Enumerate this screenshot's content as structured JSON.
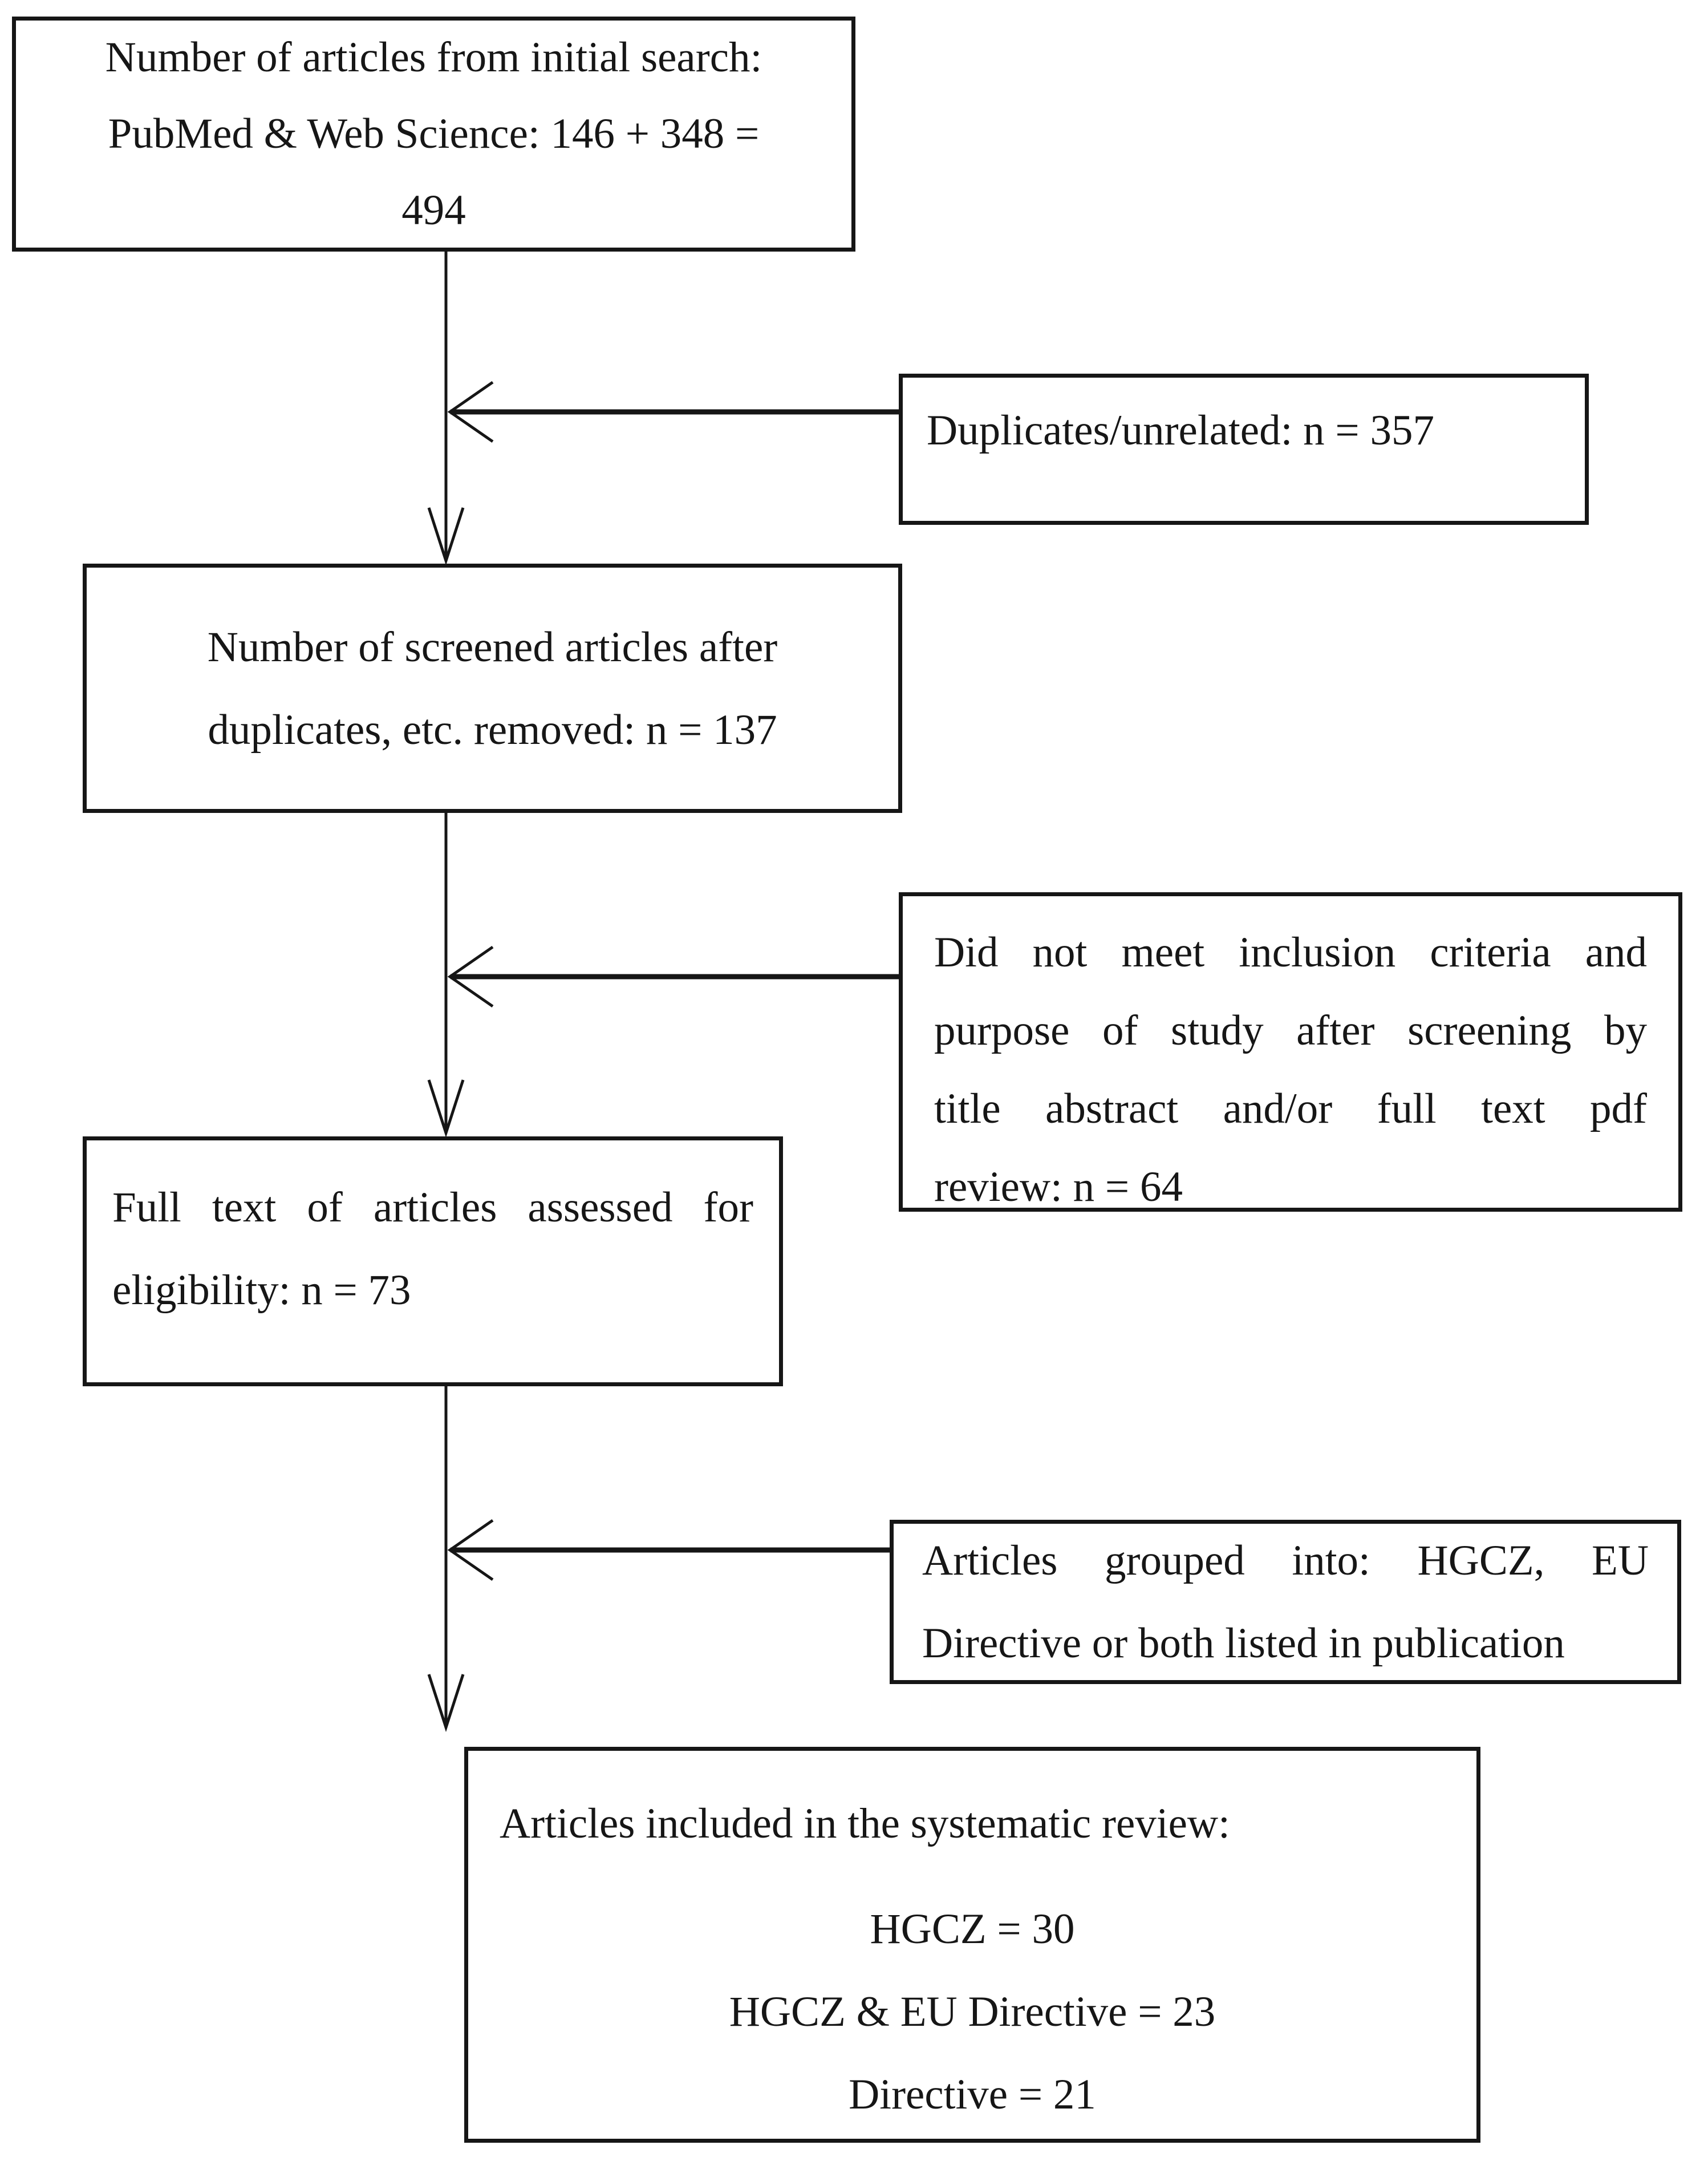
{
  "diagram": {
    "title": "Systematic review article selection flow",
    "colors": {
      "ink": "#161616",
      "background": "#ffffff"
    },
    "boxes": {
      "initial_search": {
        "lines": [
          "Number of articles from initial search:",
          "PubMed & Web Science: 146 + 348 =",
          "494"
        ]
      },
      "duplicates": {
        "lines": [
          "Duplicates/unrelated: n = 357"
        ]
      },
      "screened": {
        "lines": [
          "Number of screened articles after",
          "duplicates, etc. removed: n = 137"
        ]
      },
      "excluded": {
        "lines": [
          "Did not meet inclusion criteria and",
          "purpose of study after screening by",
          "title abstract and/or full text pdf",
          "review: n = 64"
        ]
      },
      "full_text": {
        "lines": [
          "Full text of articles assessed for",
          "eligibility: n = 73"
        ]
      },
      "grouped": {
        "lines": [
          "Articles grouped into: HGCZ, EU",
          "Directive or both listed in publication"
        ]
      },
      "included": {
        "lines": [
          "Articles included in the systematic review:",
          "HGCZ = 30",
          "HGCZ & EU Directive = 23",
          "Directive = 21"
        ]
      }
    }
  }
}
